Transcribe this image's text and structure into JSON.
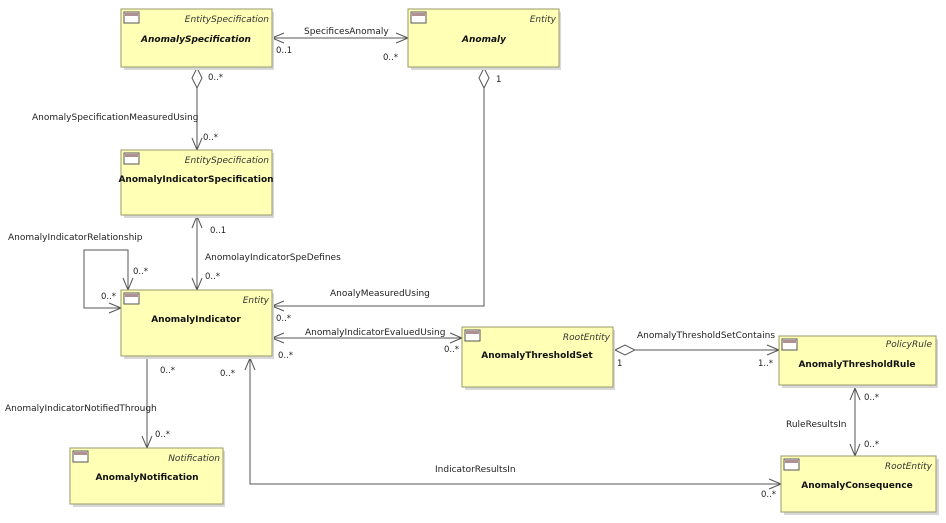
{
  "classes": {
    "anomaly_specification": {
      "stereotype": "EntitySpecification",
      "name": "AnomalySpecification"
    },
    "anomaly": {
      "stereotype": "Entity",
      "name": "Anomaly"
    },
    "anomaly_indicator_specification": {
      "stereotype": "EntitySpecification",
      "name": "AnomalyIndicatorSpecification"
    },
    "anomaly_indicator": {
      "stereotype": "Entity",
      "name": "AnomalyIndicator"
    },
    "anomaly_threshold_set": {
      "stereotype": "RootEntity",
      "name": "AnomalyThresholdSet"
    },
    "anomaly_threshold_rule": {
      "stereotype": "PolicyRule",
      "name": "AnomalyThresholdRule"
    },
    "anomaly_notification": {
      "stereotype": "Notification",
      "name": "AnomalyNotification"
    },
    "anomaly_consequence": {
      "stereotype": "RootEntity",
      "name": "AnomalyConsequence"
    }
  },
  "relationships": {
    "specifies_anomaly": {
      "label": "SpecificesAnomaly",
      "mult_source": "0..1",
      "mult_target": "0..*"
    },
    "spec_measured_using": {
      "label": "AnomalySpecificationMeasuredUsing",
      "mult_source": "0..*",
      "mult_target": "0..*"
    },
    "indicator_spe_defines": {
      "label": "AnomolayIndicatorSpeDefines",
      "mult_source": "0..1",
      "mult_target": "0..*"
    },
    "indicator_relationship": {
      "label": "AnomalyIndicatorRelationship",
      "mult_source": "0..*",
      "mult_target": "0..*"
    },
    "anomaly_measured_using": {
      "label": "AnoalyMeasuredUsing",
      "mult_source": "1",
      "mult_target": "0..*"
    },
    "indicator_evalued_using": {
      "label": "AnomalyIndicatorEvaluedUsing",
      "mult_source": "0..*",
      "mult_target": "0..*"
    },
    "threshold_set_contains": {
      "label": "AnomalyThresholdSetContains",
      "mult_source": "1",
      "mult_target": "1..*"
    },
    "rule_results_in": {
      "label": "RuleResultsIn",
      "mult_source": "0..*",
      "mult_target": "0..*"
    },
    "notified_through": {
      "label": "AnomalyIndicatorNotifiedThrough",
      "mult_source": "0..*",
      "mult_target": "0..*"
    },
    "indicator_results_in": {
      "label": "IndicatorResultsIn",
      "mult_source": "0..*",
      "mult_target": "0..*"
    }
  },
  "colors": {
    "class_fill": "#ffffb5",
    "line": "#555555",
    "icon_bar": "#b09090"
  }
}
